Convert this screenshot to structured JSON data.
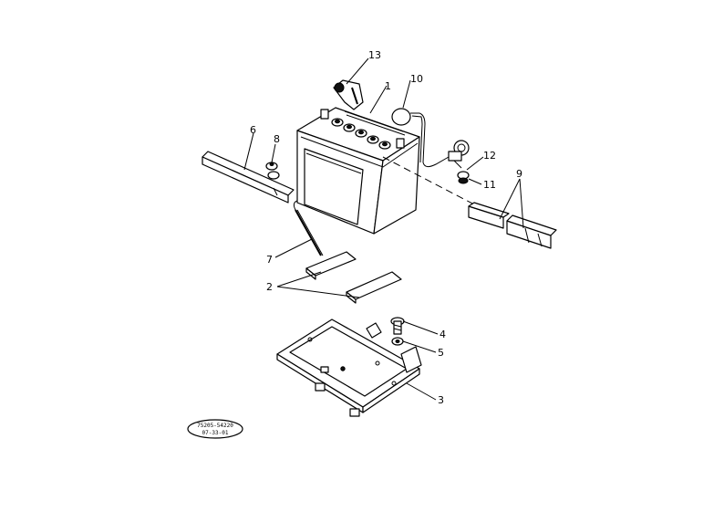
{
  "labels": {
    "p1": "1",
    "p2": "2",
    "p3": "3",
    "p4": "4",
    "p5": "5",
    "p6": "6",
    "p7": "7",
    "p8": "8",
    "p9": "9",
    "p10": "10",
    "p11": "11",
    "p12": "12",
    "p13": "13"
  },
  "stamp": {
    "line1": "75205-54220",
    "line2": "07-33-01"
  }
}
